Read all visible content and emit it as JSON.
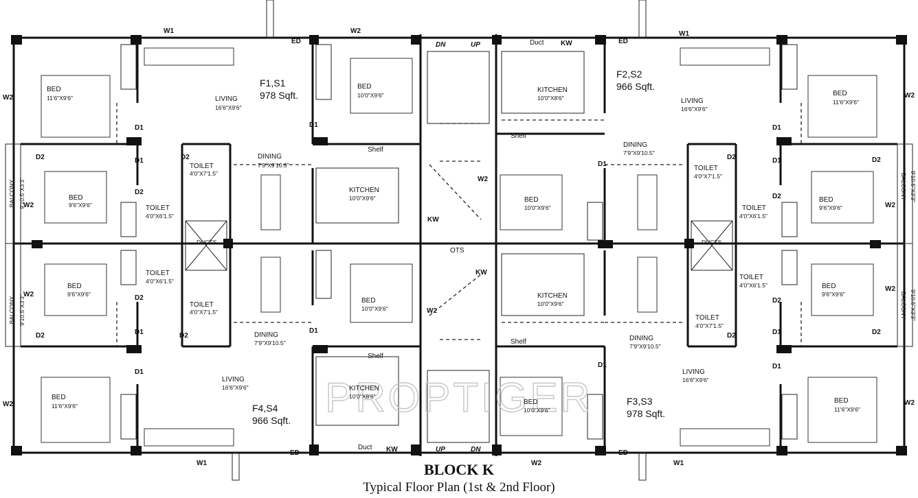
{
  "title": "BLOCK K",
  "subtitle": "Typical Floor Plan (1st & 2nd Floor)",
  "watermark": "PROPTIGER",
  "units": [
    {
      "name": "F1,S1",
      "area": "978 Sqft."
    },
    {
      "name": "F2,S2",
      "area": "966 Sqft."
    },
    {
      "name": "F4,S4",
      "area": "966 Sqft."
    },
    {
      "name": "F3,S3",
      "area": "978 Sqft."
    }
  ],
  "rooms": {
    "bed": "BED",
    "living": "LIVING",
    "dining": "DINING",
    "kitchen": "KITCHEN",
    "toilet": "TOILET",
    "balcony": "BALCONY",
    "ots": "OTS",
    "shelf": "Shelf",
    "duct": "Duct",
    "ducts": "DUCTS"
  },
  "dims": {
    "bed_master": "11'6\"X9'6\"",
    "bed_9": "9'6\"X9'6\"",
    "bed_10": "10'0\"X9'6\"",
    "living": "16'6\"X9'6\"",
    "dining": "7'9\"X9'10.5\"",
    "kitchen_a": "10'0\"X9'6\"",
    "kitchen_b": "10'0\"X8'6\"",
    "toilet_a": "4'0\"X7'1.5\"",
    "toilet_b": "4'0\"X6'1.5\"",
    "balcony": "9'10.5\"X3'3\""
  },
  "codes": {
    "d1": "D1",
    "d2": "D2",
    "w1": "W1",
    "w2": "W2",
    "ed": "ED",
    "kw": "KW",
    "dn": "DN",
    "up": "UP"
  }
}
